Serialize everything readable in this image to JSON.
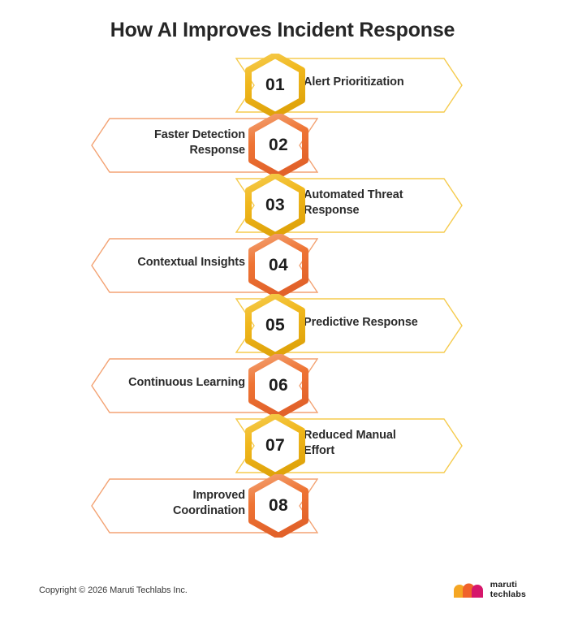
{
  "page": {
    "title": "How AI Improves Incident Response"
  },
  "colors": {
    "gold": "#F0B71C",
    "gold_dark": "#E0A40B",
    "gold_light": "#F5CB4E",
    "orange": "#EE7434",
    "orange_dark": "#E2622A",
    "orange_light": "#F3A273",
    "title": "#262626",
    "text": "#2b2b2b",
    "background": "#FFFFFF"
  },
  "steps": [
    {
      "number": "01",
      "label": "Alert Prioritization",
      "accent": "gold",
      "direction": "ltr"
    },
    {
      "number": "02",
      "label": "Faster Detection\nResponse",
      "accent": "orange",
      "direction": "rtl"
    },
    {
      "number": "03",
      "label": "Automated Threat\nResponse",
      "accent": "gold",
      "direction": "ltr"
    },
    {
      "number": "04",
      "label": "Contextual Insights",
      "accent": "orange",
      "direction": "rtl"
    },
    {
      "number": "05",
      "label": "Predictive Response",
      "accent": "gold",
      "direction": "ltr"
    },
    {
      "number": "06",
      "label": "Continuous Learning",
      "accent": "orange",
      "direction": "rtl"
    },
    {
      "number": "07",
      "label": "Reduced Manual\nEffort",
      "accent": "gold",
      "direction": "ltr"
    },
    {
      "number": "08",
      "label": "Improved\nCoordination",
      "accent": "orange",
      "direction": "rtl"
    }
  ],
  "footer": {
    "copyright": "Copyright © 2026 Maruti Techlabs Inc.",
    "logo": {
      "line1": "maruti",
      "line2": "techlabs",
      "mark_colors": [
        "#F5A623",
        "#F0622B",
        "#D6176B"
      ]
    }
  }
}
